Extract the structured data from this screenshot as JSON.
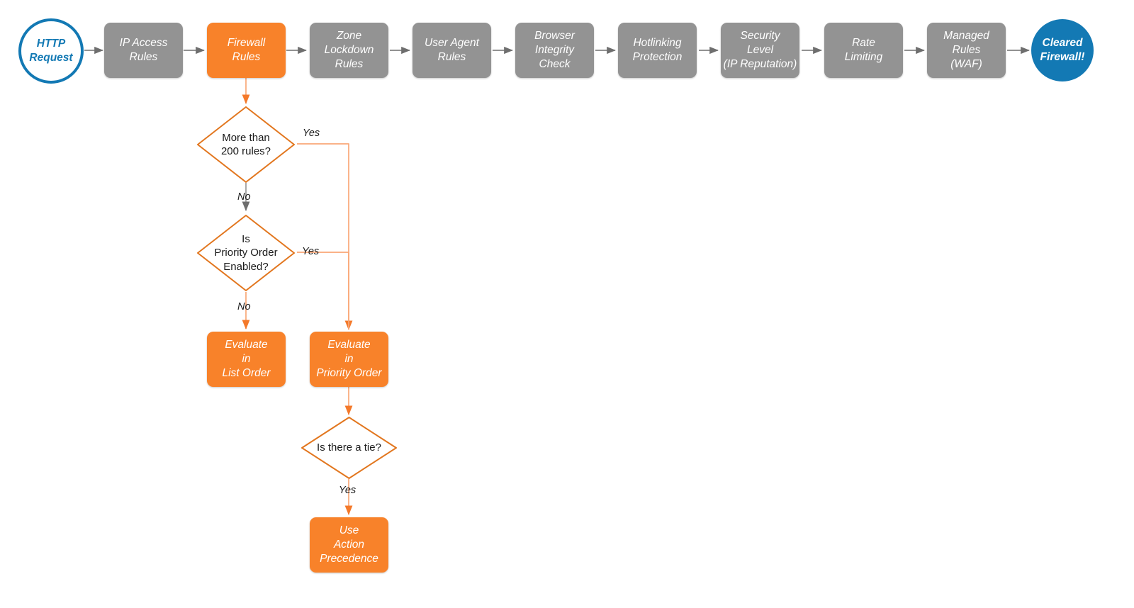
{
  "colors": {
    "gray_box": "#939393",
    "orange_box": "#F8822A",
    "orange_line": "#F08434",
    "orange_line_light": "#F9A878",
    "blue": "#1379B4",
    "gray_line": "#6E6E6E",
    "text_dark": "#1b1b1b",
    "background": "#FFFFFF"
  },
  "pipeline": {
    "start": {
      "label": "HTTP\nRequest",
      "shape": "circle-outline"
    },
    "steps": [
      {
        "id": "ip-access-rules",
        "label": "IP Access\nRules",
        "state": "inactive"
      },
      {
        "id": "firewall-rules",
        "label": "Firewall\nRules",
        "state": "active"
      },
      {
        "id": "zone-lockdown-rules",
        "label": "Zone\nLockdown\nRules",
        "state": "inactive"
      },
      {
        "id": "user-agent-rules",
        "label": "User Agent\nRules",
        "state": "inactive"
      },
      {
        "id": "browser-integrity",
        "label": "Browser\nIntegrity\nCheck",
        "state": "inactive"
      },
      {
        "id": "hotlinking",
        "label": "Hotlinking\nProtection",
        "state": "inactive"
      },
      {
        "id": "security-level",
        "label": "Security\nLevel\n(IP Reputation)",
        "state": "inactive"
      },
      {
        "id": "rate-limiting",
        "label": "Rate\nLimiting",
        "state": "inactive"
      },
      {
        "id": "managed-rules",
        "label": "Managed\nRules\n(WAF)",
        "state": "inactive"
      }
    ],
    "end": {
      "label": "Cleared\nFirewall!",
      "shape": "circle-filled"
    }
  },
  "decisions": {
    "more_than_200": "More than\n200 rules?",
    "priority_order_enabled": "Is\nPriority Order\nEnabled?",
    "is_there_a_tie": "Is there a tie?"
  },
  "outcomes": {
    "evaluate_list_order": "Evaluate\nin\nList Order",
    "evaluate_priority_order": "Evaluate\nin\nPriority Order",
    "use_action_precedence": "Use\nAction\nPrecedence"
  },
  "edge_labels": {
    "yes_more_than_200": "Yes",
    "no_more_than_200": "No",
    "yes_priority_enabled": "Yes",
    "no_priority_enabled": "No",
    "yes_tie": "Yes"
  }
}
